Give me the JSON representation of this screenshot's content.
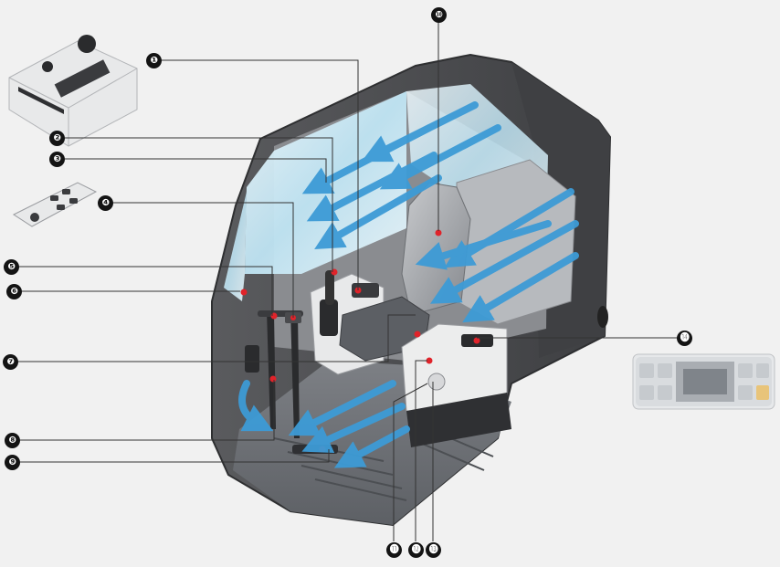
{
  "colors": {
    "background": "#f1f1f1",
    "cab_shell": "#4a4a4c",
    "cab_interior": "#8a8c90",
    "glass": "#bfe4f3",
    "airflow": "#3d9bd6",
    "seat": "#9ea1a6",
    "marker": "#e0232a",
    "callout": "#141414"
  },
  "inset_icons": [
    "switch-panel-icon",
    "remote-keypad-icon",
    "climate-control-panel-icon"
  ],
  "callouts": [
    {
      "id": "1",
      "label": "❶"
    },
    {
      "id": "2",
      "label": "❷"
    },
    {
      "id": "3",
      "label": "❸"
    },
    {
      "id": "4",
      "label": "❹"
    },
    {
      "id": "5",
      "label": "❺"
    },
    {
      "id": "6",
      "label": "❻"
    },
    {
      "id": "7",
      "label": "❼"
    },
    {
      "id": "8",
      "label": "❽"
    },
    {
      "id": "9",
      "label": "❾"
    },
    {
      "id": "10",
      "label": "❿"
    },
    {
      "id": "11",
      "label": "⓫"
    },
    {
      "id": "12",
      "label": "⓬"
    },
    {
      "id": "13",
      "label": "⓭"
    },
    {
      "id": "14",
      "label": "⓮"
    }
  ]
}
